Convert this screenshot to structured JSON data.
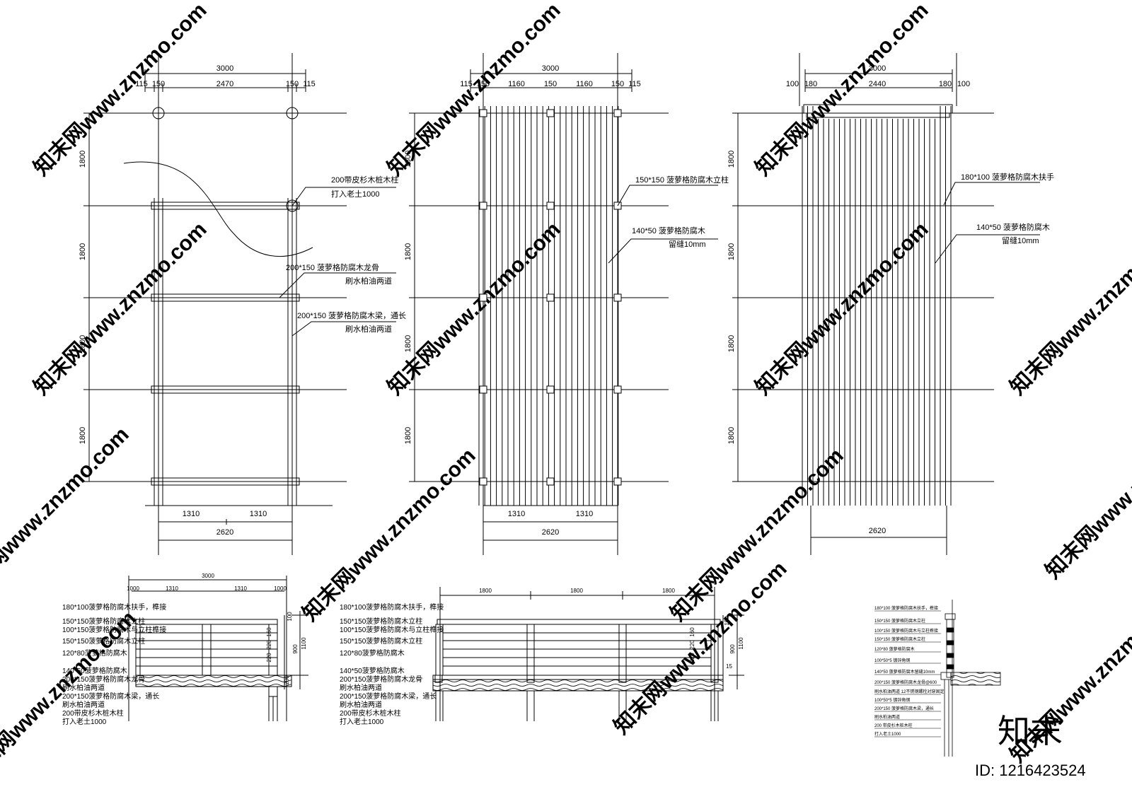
{
  "watermark": {
    "text": "知末网www.znzmo.com",
    "brand": "知末",
    "image_id": "ID: 1216423524"
  },
  "plan_a": {
    "dims_top": [
      "3000",
      "115",
      "150",
      "2470",
      "150",
      "115"
    ],
    "dims_side": [
      "1800",
      "1800",
      "1800",
      "1800"
    ],
    "dims_bottom": [
      "1310",
      "1310",
      "2620"
    ],
    "notes": [
      [
        "200带皮杉木桩木柱",
        "打入老土1000"
      ],
      [
        "200*150 菠萝格防腐木龙骨",
        "刷水柏油两道"
      ],
      [
        "200*150 菠萝格防腐木梁，通长",
        "刷水柏油两道"
      ]
    ]
  },
  "plan_b": {
    "dims_top": [
      "3000",
      "115",
      "150",
      "1160",
      "150",
      "1160",
      "150",
      "115"
    ],
    "dims_side": [
      "1800",
      "1800",
      "1800",
      "1800"
    ],
    "dims_bottom": [
      "1310",
      "1310",
      "2620"
    ],
    "notes": [
      [
        "150*150 菠萝格防腐木立柱"
      ],
      [
        "140*50 菠萝格防腐木",
        "留缝10mm"
      ]
    ]
  },
  "plan_c": {
    "dims_top": [
      "3000",
      "100",
      "180",
      "2440",
      "180",
      "100"
    ],
    "dims_side": [
      "1800",
      "1800",
      "1800",
      "1800"
    ],
    "dims_bottom": [
      "2620"
    ],
    "notes": [
      [
        "180*100 菠萝格防腐木扶手"
      ],
      [
        "140*50 菠萝格防腐木",
        "留缝10mm"
      ]
    ]
  },
  "elev_a": {
    "dims_top": [
      "3000",
      "1000",
      "1310",
      "1310",
      "1000"
    ],
    "dims_v": [
      "100",
      "1100",
      "900",
      "150",
      "200",
      "160",
      "220",
      "220",
      "160",
      "160"
    ],
    "labels": [
      "180*100菠萝格防腐木扶手，榫接",
      "150*150菠萝格防腐木立柱",
      "100*150菠萝格防腐木与立柱榫接",
      "150*150菠萝格防腐木立柱",
      "120*80菠萝格防腐木",
      "140*50菠萝格防腐木",
      "200*150菠萝格防腐木龙骨",
      "刷水柏油两道",
      "200*150菠萝格防腐木梁，通长",
      "刷水柏油两道",
      "200带皮杉木桩木柱",
      "打入老土1000"
    ]
  },
  "elev_b": {
    "dims_top": [
      "1800",
      "1800",
      "1800"
    ],
    "dims_v": [
      "100",
      "1100",
      "900",
      "15",
      "160",
      "220",
      "220",
      "160",
      "160"
    ],
    "labels": [
      "180*100菠萝格防腐木扶手，榫接",
      "150*150菠萝格防腐木立柱",
      "100*150菠萝格防腐木与立柱榫接",
      "150*150菠萝格防腐木立柱",
      "120*80菠萝格防腐木",
      "140*50菠萝格防腐木",
      "200*150菠萝格防腐木龙骨",
      "刷水柏油两道",
      "200*150菠萝格防腐木梁，通长",
      "刷水柏油两道",
      "200带皮杉木桩木柱",
      "打入老土1000"
    ]
  },
  "section": {
    "labels": [
      "180*100  菠萝格防腐木扶手，榫接",
      "150*150  菠萝格防腐木立柱",
      "100*150  菠萝格防腐木与立柱榫接",
      "150*150  菠萝格防腐木立柱",
      "120*80  菠萝格防腐木",
      "100*50*5  镀锌角钢",
      "140*50  菠萝格防腐木留缝10mm",
      "200*150  菠萝格防腐木龙骨@600",
      "刷水柏油两道  12不锈钢螺栓对穿固定",
      "100*50*5  镀锌角钢",
      "200*150  菠萝格防腐木梁，通长",
      "刷水柏油两道",
      "200 带皮杉木桩木柱",
      "打入老土1000"
    ]
  }
}
